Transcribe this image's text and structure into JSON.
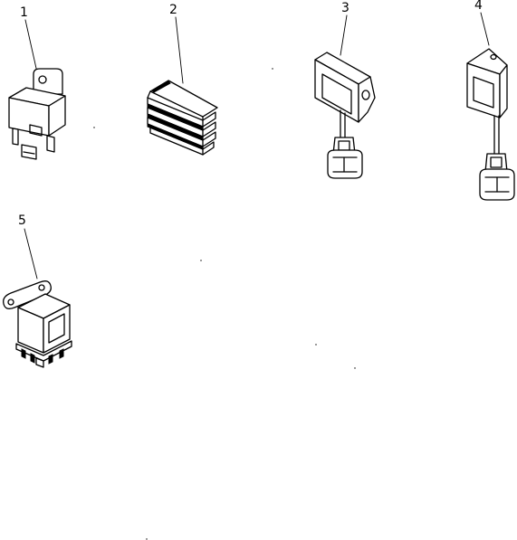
{
  "parts": [
    {
      "callout": "1",
      "icon": "relay-with-mounting-tab-icon"
    },
    {
      "callout": "2",
      "icon": "finned-module-icon"
    },
    {
      "callout": "3",
      "icon": "sensor-unit-with-connector-icon"
    },
    {
      "callout": "4",
      "icon": "sensor-unit-with-connector-icon"
    },
    {
      "callout": "5",
      "icon": "relay-with-bracket-icon"
    }
  ]
}
